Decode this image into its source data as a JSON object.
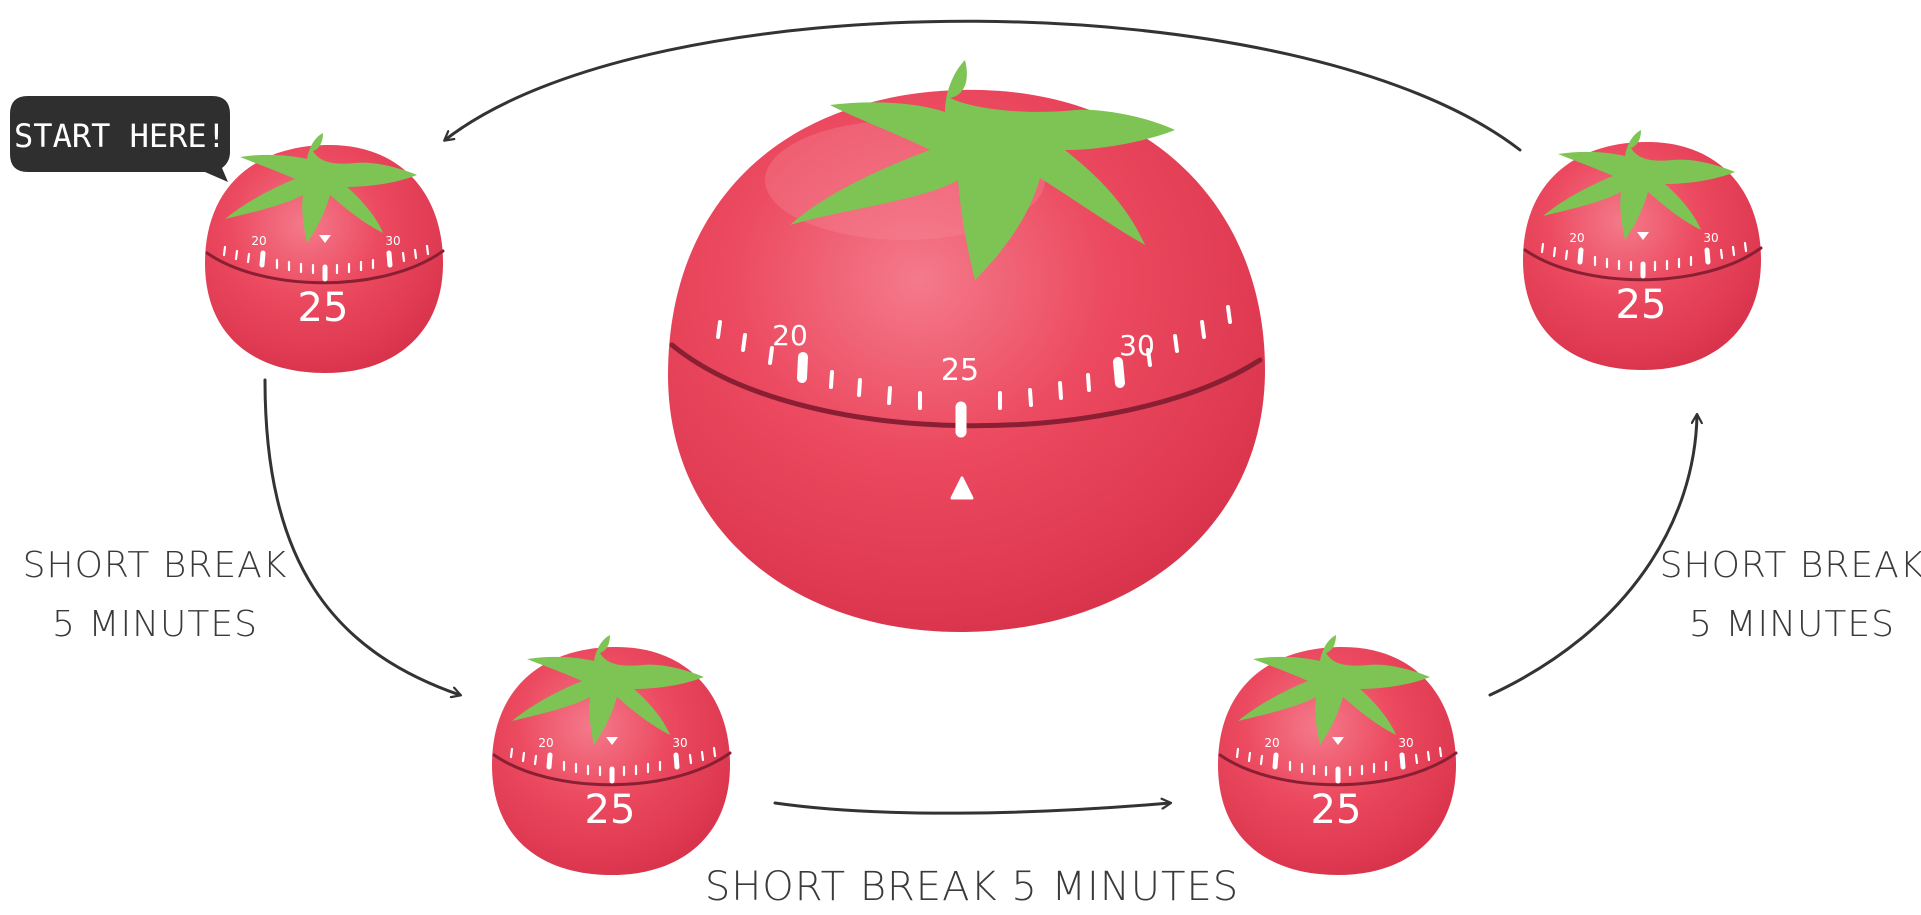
{
  "start_callout": {
    "label": "START HERE!"
  },
  "cycle_labels": {
    "left": {
      "line1": "SHORT BREAK",
      "line2": "5 MINUTES"
    },
    "bottom": {
      "text": "SHORT BREAK 5 MINUTES"
    },
    "right": {
      "line1": "SHORT BREAK",
      "line2": "5 MINUTES"
    }
  },
  "timer_face": {
    "tick_labels": [
      "20",
      "30"
    ],
    "current_value": "25"
  },
  "timers": [
    {
      "name": "timer-1-start",
      "label": "25"
    },
    {
      "name": "timer-2",
      "label": "25"
    },
    {
      "name": "timer-3",
      "label": "25"
    },
    {
      "name": "timer-4",
      "label": "25"
    }
  ],
  "colors": {
    "tomato": "#ea3d55",
    "tomato_light": "#f26a7d",
    "tomato_dark": "#c62a43",
    "stem": "#7dc454",
    "dial_line": "#8a1f33",
    "arrow": "#333333",
    "callout_bg": "#2f2f2f",
    "text": "#3a3a3a"
  },
  "icons": [
    "tomato-timer-icon",
    "arrow-icon",
    "speech-bubble-icon",
    "stem-icon"
  ]
}
